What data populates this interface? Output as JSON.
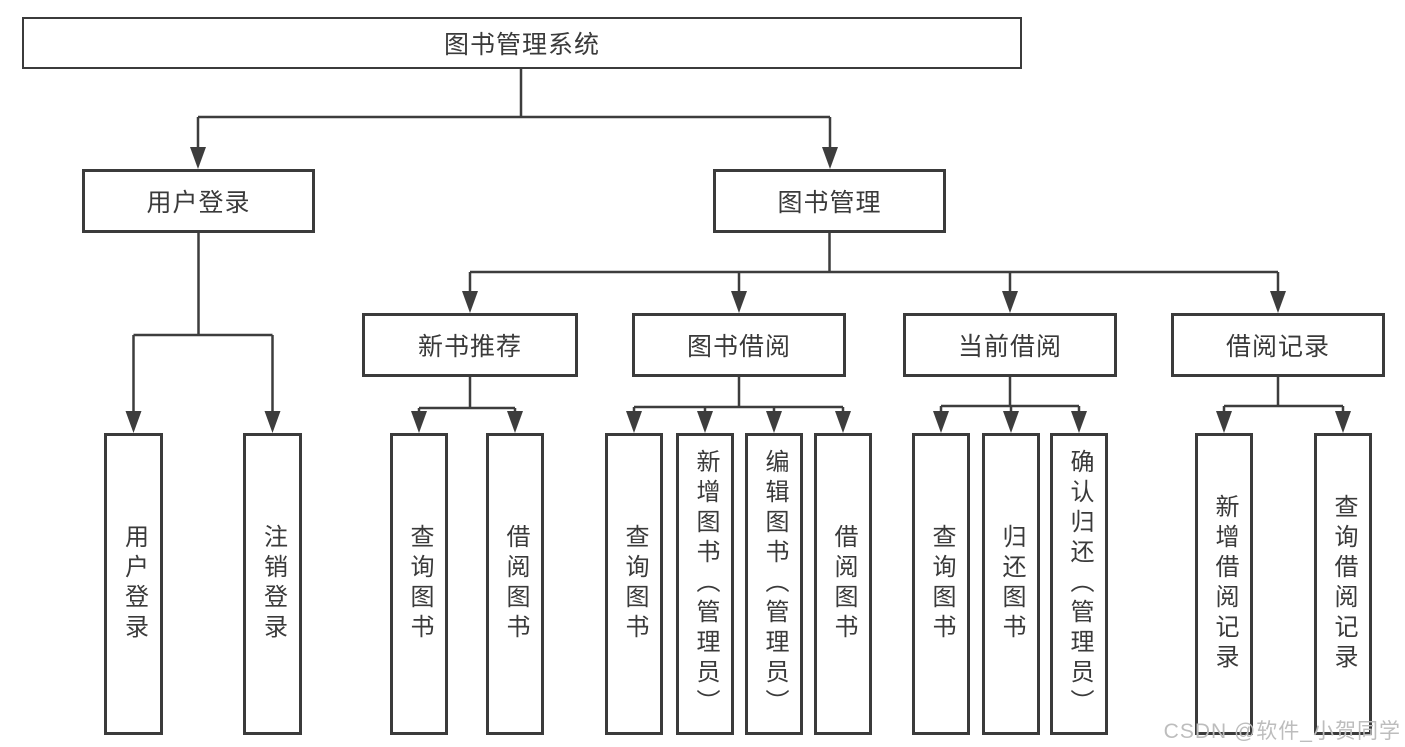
{
  "colors": {
    "line": "#3d3d3d",
    "border": "#3b3b3b",
    "text": "#3a3a3a",
    "background": "#ffffff",
    "watermark": "#bdbdbd"
  },
  "diagram": {
    "root": {
      "label": "图书管理系统"
    },
    "level2": [
      {
        "id": "user-login",
        "label": "用户登录"
      },
      {
        "id": "book-management",
        "label": "图书管理"
      }
    ],
    "level3": [
      {
        "id": "new-book-recommendation",
        "parent": "book-management",
        "label": "新书推荐"
      },
      {
        "id": "book-borrowing",
        "parent": "book-management",
        "label": "图书借阅"
      },
      {
        "id": "current-borrowing",
        "parent": "book-management",
        "label": "当前借阅"
      },
      {
        "id": "borrowing-records",
        "parent": "book-management",
        "label": "借阅记录"
      }
    ],
    "leaves": [
      {
        "parent": "user-login",
        "label": "用户登录"
      },
      {
        "parent": "user-login",
        "label": "注销登录"
      },
      {
        "parent": "new-book-recommendation",
        "label": "查询图书"
      },
      {
        "parent": "new-book-recommendation",
        "label": "借阅图书"
      },
      {
        "parent": "book-borrowing",
        "label": "查询图书"
      },
      {
        "parent": "book-borrowing",
        "label": "新增图书（管理员）"
      },
      {
        "parent": "book-borrowing",
        "label": "编辑图书（管理员）"
      },
      {
        "parent": "book-borrowing",
        "label": "借阅图书"
      },
      {
        "parent": "current-borrowing",
        "label": "查询图书"
      },
      {
        "parent": "current-borrowing",
        "label": "归还图书"
      },
      {
        "parent": "current-borrowing",
        "label": "确认归还（管理员）"
      },
      {
        "parent": "borrowing-records",
        "label": "新增借阅记录"
      },
      {
        "parent": "borrowing-records",
        "label": "查询借阅记录"
      }
    ]
  },
  "watermark": {
    "text": "CSDN @软件_小贺同学"
  }
}
